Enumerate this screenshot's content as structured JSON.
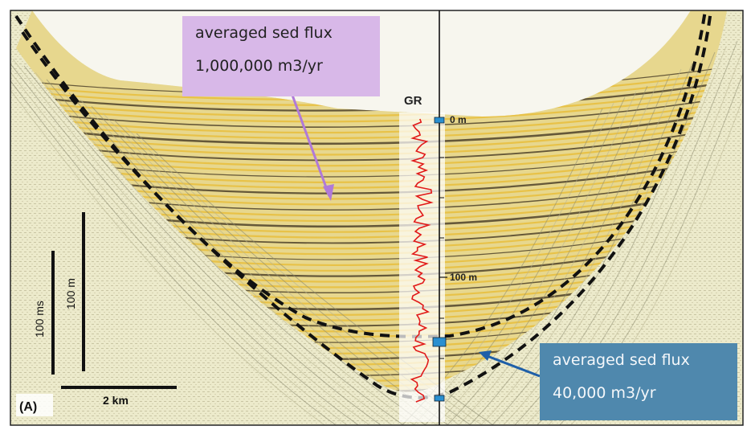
{
  "well_log": {
    "label": "GR",
    "depth_ticks": [
      "0 m",
      "100 m"
    ]
  },
  "scale_bars": {
    "time_label": "100 ms",
    "depth_label": "100 m",
    "distance_label": "2 km"
  },
  "panel_label": "(A)",
  "callouts": {
    "upper": {
      "line1": "averaged sed flux",
      "line2": "1,000,000 m3/yr",
      "color": "#d8b8e8",
      "arrow_color": "#b07ad8"
    },
    "lower": {
      "line1": "averaged sed flux",
      "line2": "40,000 m3/yr",
      "color": "#4f88ad",
      "arrow_color": "#1f5fa8"
    }
  },
  "colors": {
    "reflector_yellow": "#e8c040",
    "reflector_dark": "#3a2e1c",
    "background": "#eceacb",
    "gr_curve": "#e11a1a",
    "well_marker": "#2a8fd0"
  }
}
